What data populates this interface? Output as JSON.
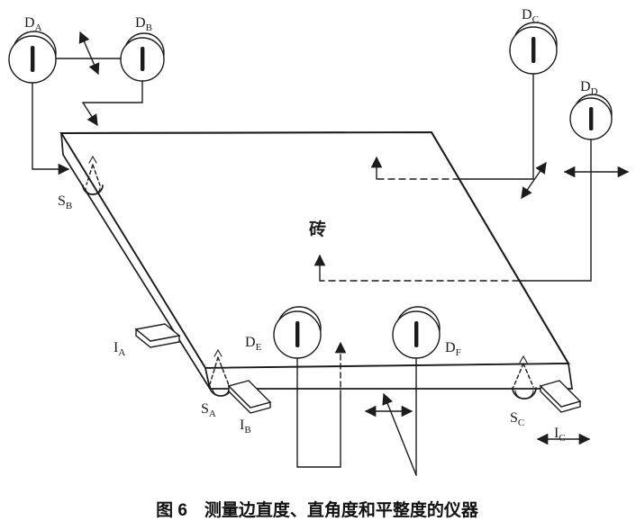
{
  "figure": {
    "caption": "图 6　测量边直度、直角度和平整度的仪器",
    "tile_label": "砖"
  },
  "colors": {
    "ink": "#1c1c1c",
    "background": "#ffffff"
  },
  "dial_gauges": [
    {
      "main": "D",
      "sub": "A"
    },
    {
      "main": "D",
      "sub": "B"
    },
    {
      "main": "D",
      "sub": "C"
    },
    {
      "main": "D",
      "sub": "D"
    },
    {
      "main": "D",
      "sub": "E"
    },
    {
      "main": "D",
      "sub": "F"
    }
  ],
  "supports": [
    {
      "main": "S",
      "sub": "A"
    },
    {
      "main": "S",
      "sub": "B"
    },
    {
      "main": "S",
      "sub": "C"
    }
  ],
  "gauge_blocks": [
    {
      "main": "I",
      "sub": "A"
    },
    {
      "main": "I",
      "sub": "B"
    },
    {
      "main": "I",
      "sub": "C"
    }
  ]
}
